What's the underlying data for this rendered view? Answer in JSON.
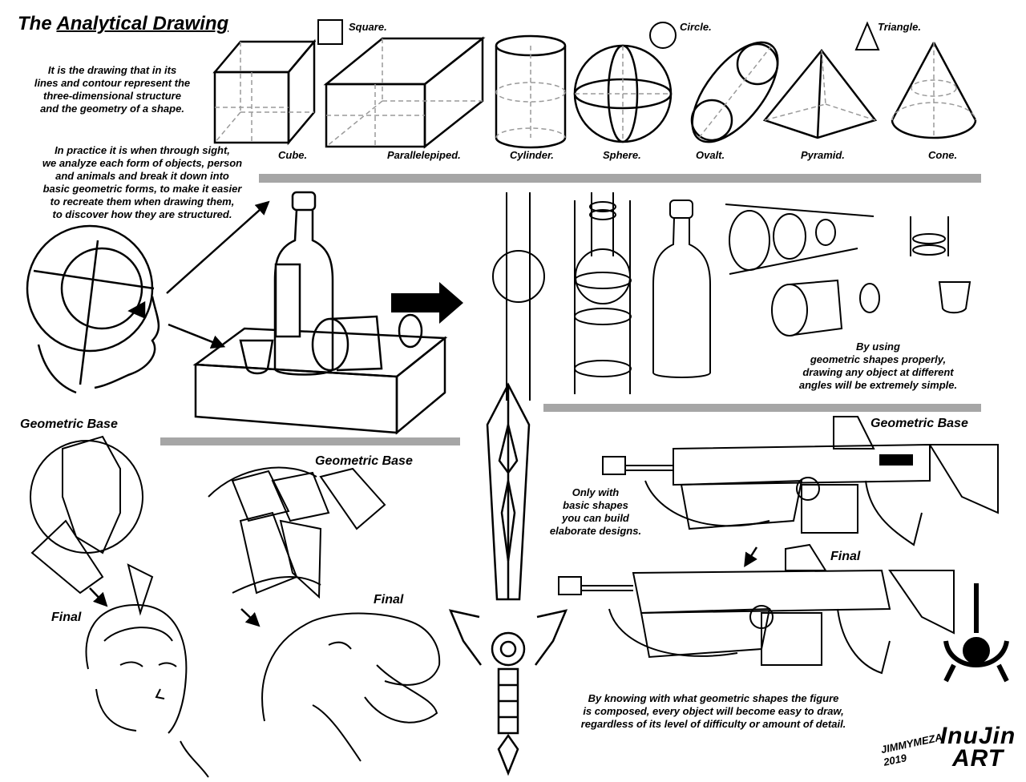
{
  "title": {
    "prefix": "The ",
    "underlined": "Analytical Drawing"
  },
  "intro_text": "It is the drawing that in its\nlines and contour represent the\nthree-dimensional structure\nand the geometry of a shape.",
  "practice_text": "In practice it is when through sight,\nwe analyze each form of objects, person\nand animals and break it down into\nbasic geometric forms, to make it easier\nto recreate them when drawing them,\nto discover how they are structured.",
  "primitive_labels": {
    "square": "Square.",
    "circle": "Circle.",
    "triangle": "Triangle."
  },
  "shapes": {
    "cube": "Cube.",
    "parallelepiped": "Parallelepiped.",
    "cylinder": "Cylinder.",
    "sphere": "Sphere.",
    "ovalt": "Ovalt.",
    "pyramid": "Pyramid.",
    "cone": "Cone."
  },
  "by_using_text": "By using\ngeometric shapes properly,\ndrawing any object at different\nangles will be extremely simple.",
  "sections": {
    "geometric_base": "Geometric Base",
    "final": "Final"
  },
  "only_with_text": "Only with\nbasic shapes\nyou can build\nelaborate designs.",
  "knowing_text": "By knowing with what geometric shapes the figure\nis composed, every object will become easy to draw,\nregardless of its level of difficulty or amount of detail.",
  "signature": "JIMMYMEZA\n2019",
  "logo_text": "InuJin\nART",
  "colors": {
    "ink": "#000000",
    "divider": "#a6a6a6",
    "construction": "#9a9a9a",
    "paper": "#ffffff"
  }
}
